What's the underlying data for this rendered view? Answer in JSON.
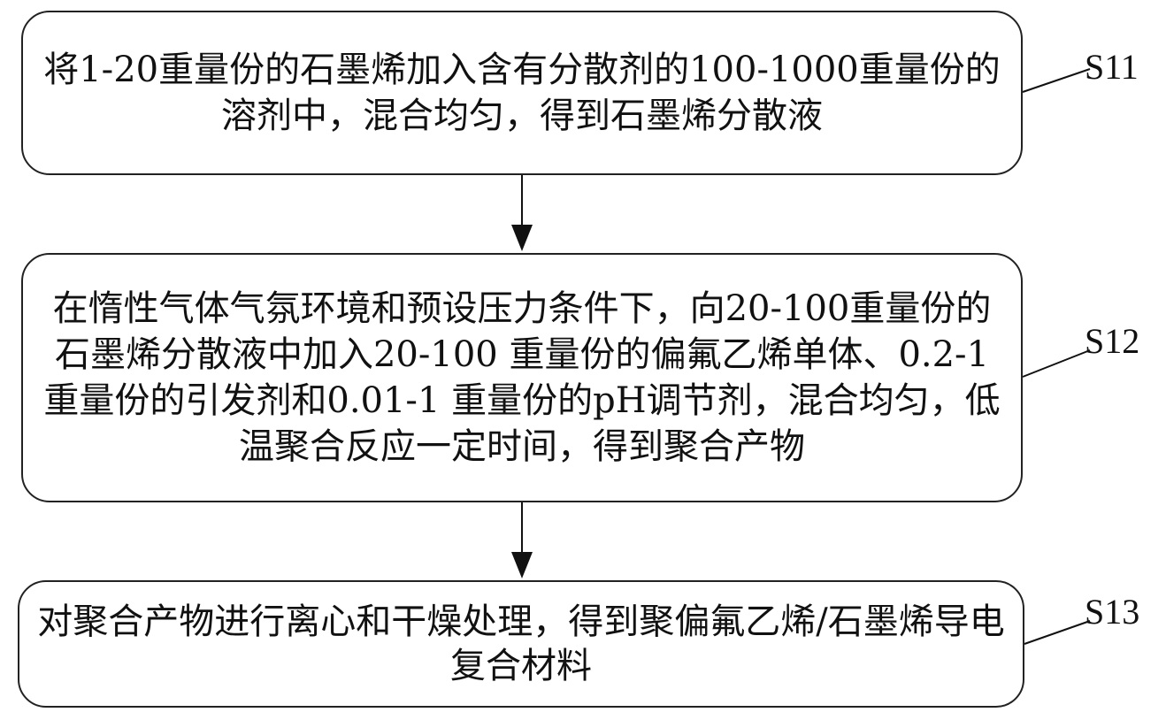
{
  "steps": [
    {
      "id": "S11",
      "label": "S11",
      "text": "将1-20重量份的石墨烯加入含有分散剂的100-1000重量份的溶剂中，混合均匀，得到石墨烯分散液"
    },
    {
      "id": "S12",
      "label": "S12",
      "text": "在惰性气体气氛环境和预设压力条件下，向20-100重量份的石墨烯分散液中加入20-100 重量份的偏氟乙烯单体、0.2-1 重量份的引发剂和0.01-1 重量份的pH调节剂，混合均匀，低温聚合反应一定时间，得到聚合产物"
    },
    {
      "id": "S13",
      "label": "S13",
      "text": "对聚合产物进行离心和干燥处理，得到聚偏氟乙烯/石墨烯导电复合材料"
    }
  ]
}
